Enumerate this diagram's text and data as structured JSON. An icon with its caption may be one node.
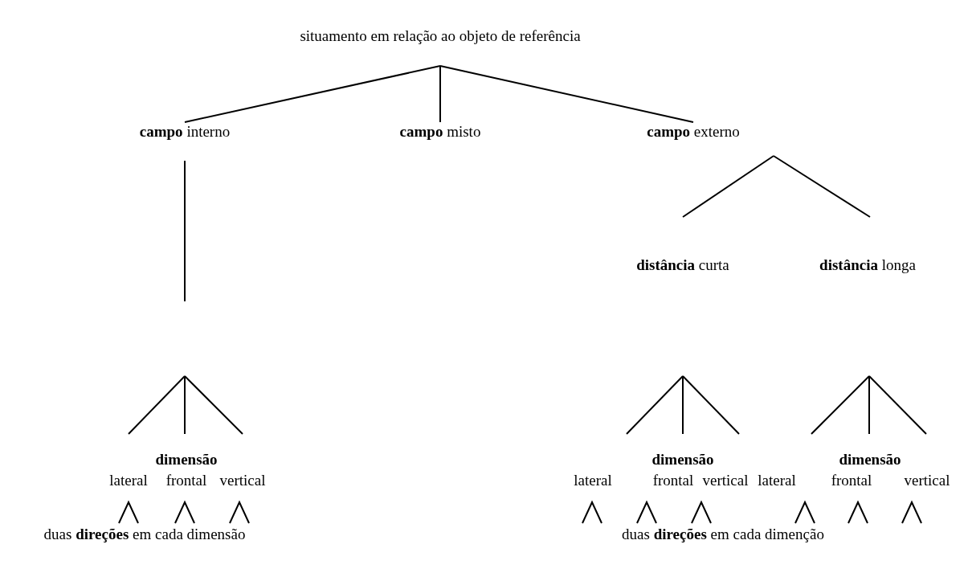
{
  "diagram": {
    "nodes": [
      {
        "text": [
          "situamento em relação ao objeto de referência"
        ]
      },
      {
        "text": [
          "**campo** interno"
        ]
      },
      {
        "text": [
          "**campo** misto"
        ]
      },
      {
        "text": [
          "**campo** externo"
        ]
      },
      {
        "text": [
          "**distância** curta"
        ]
      },
      {
        "text": [
          "**distância** longa"
        ]
      },
      {
        "text": [
          "dimensão"
        ]
      },
      {
        "text": [
          "lateral"
        ],
        "in": 6
      },
      {
        "text": [
          "frontal"
        ],
        "in": 6
      },
      {
        "text": [
          "vertical"
        ],
        "in": 6
      },
      {
        "text": [
          "dimensão"
        ]
      },
      {
        "text": [
          "lateral"
        ],
        "in": 10
      },
      {
        "text": [
          "frontal"
        ],
        "in": 10
      },
      {
        "text": [
          "vertical"
        ],
        "in": 10
      },
      {
        "text": [
          "dimensão"
        ]
      },
      {
        "text": [
          "lateral"
        ],
        "in": 14
      },
      {
        "text": [
          "frontal"
        ],
        "in": 14
      },
      {
        "text": [
          "vertical"
        ],
        "in": 14
      }
    ],
    "edges": [
      {
        "from": 0,
        "to": 1,
        "arrow": "none"
      },
      {
        "from": 0,
        "to": 2,
        "arrow": "none"
      },
      {
        "from": 0,
        "to": 3,
        "arrow": "none"
      },
      {
        "from": 1,
        "to": null,
        "arrow": "none"
      },
      {
        "from": null,
        "to": 6,
        "arrow": "none"
      },
      {
        "from": null,
        "to": 6,
        "arrow": "none"
      },
      {
        "from": null,
        "to": 6,
        "arrow": "none"
      },
      {
        "from": 3,
        "to": null,
        "arrow": "none"
      },
      {
        "from": 3,
        "to": null,
        "arrow": "none"
      },
      {
        "from": null,
        "to": 10,
        "arrow": "none"
      },
      {
        "from": null,
        "to": 10,
        "arrow": "none"
      },
      {
        "from": null,
        "to": 10,
        "arrow": "none"
      },
      {
        "from": null,
        "to": 14,
        "arrow": "none"
      },
      {
        "from": null,
        "to": 14,
        "arrow": "none"
      },
      {
        "from": null,
        "to": 14,
        "arrow": "none"
      }
    ],
    "labels": [
      "duas **direções** em cada dimensão",
      "duas **direções** em cada dimenção"
    ]
  }
}
